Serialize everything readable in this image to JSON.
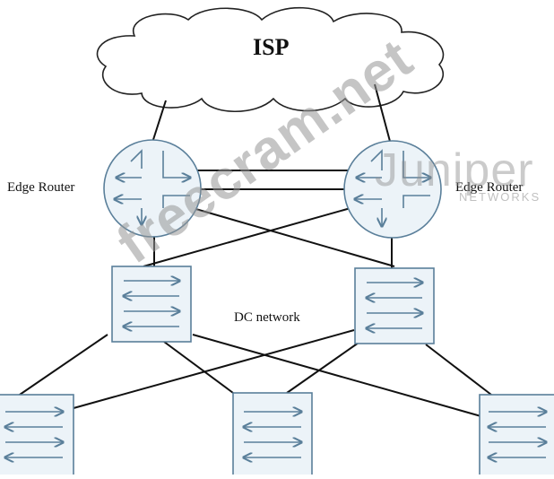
{
  "labels": {
    "isp": "ISP",
    "edge_router_left": "Edge Router",
    "edge_router_right": "Edge Router",
    "dc_network": "DC network"
  },
  "watermarks": {
    "main": "freecram.net",
    "brand": "Juniper",
    "brand_sub": "NETWORKS"
  },
  "colors": {
    "device_stroke": "#5a7f9a",
    "device_fill": "#ecf3f8",
    "link": "#111111",
    "cloud_stroke": "#222222"
  }
}
